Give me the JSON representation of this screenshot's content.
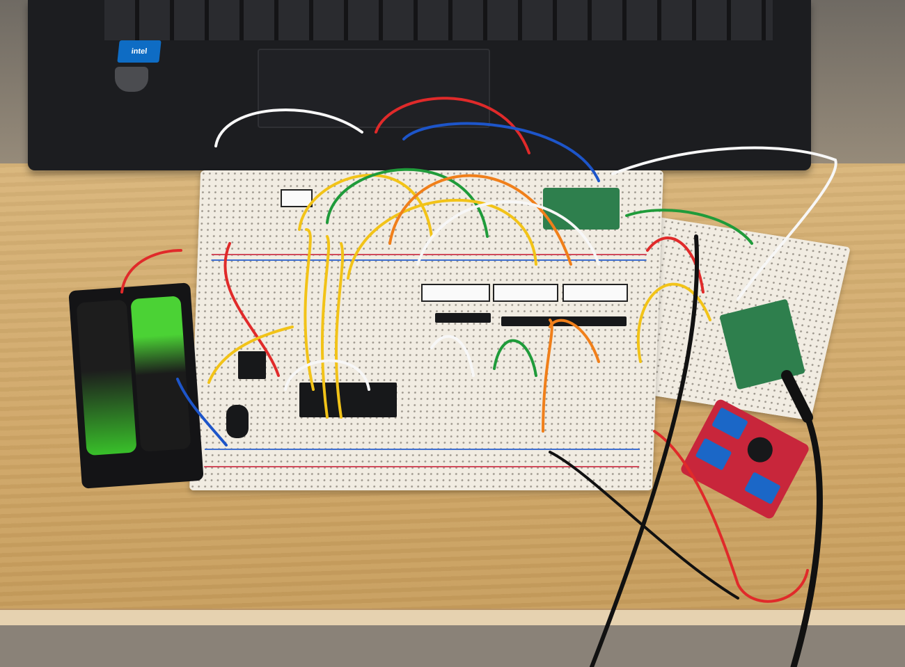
{
  "scene": {
    "description": "Electronics prototyping setup on a wooden desk: large breadboard densely wired with colored jumper wires, ICs, LED bar graphs, resistors and transistors; a 2x 18650 battery holder on the left; a smaller breadboard with a green microcontroller board and USB cable on the right; a red DC-DC converter module with blue screw terminals; black laptop in the background.",
    "laptop_sticker_text": "intel",
    "objects": [
      {
        "name": "laptop",
        "color": "#1c1d20"
      },
      {
        "name": "main-breadboard",
        "color": "#f1ece2"
      },
      {
        "name": "side-breadboard",
        "color": "#f1ece2"
      },
      {
        "name": "battery-holder",
        "color": "#141416",
        "cells": 2,
        "cell_color": "#39c02a"
      },
      {
        "name": "dc-dc-converter-module",
        "color": "#c8263b",
        "terminal_color": "#1b67c7"
      },
      {
        "name": "microcontroller-board",
        "color": "#2e7f4d"
      },
      {
        "name": "usb-cable",
        "color": "#111111"
      }
    ],
    "wire_colors": [
      "#e02a2a",
      "#f2c318",
      "#1f9b3a",
      "#f7f7f7",
      "#f07f1a",
      "#1d55c9",
      "#111111"
    ]
  }
}
